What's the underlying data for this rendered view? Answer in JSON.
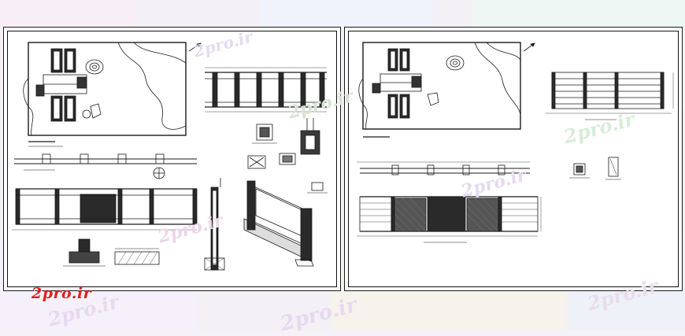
{
  "watermark": {
    "logo_text": "2pro.ir",
    "ghost_text": "2pro.ir",
    "logo_color": "#e02020",
    "ghost_color": "#d9c7ea"
  },
  "drawing": {
    "line_color": "#1a1a1a",
    "hatch_color": "#2a2a2a",
    "sheets": [
      {
        "id": "left",
        "content": "site plan, fence elevations, pillar sections, footing details, 3D view"
      },
      {
        "id": "right",
        "content": "site plan, fence elevation, section details"
      }
    ]
  }
}
